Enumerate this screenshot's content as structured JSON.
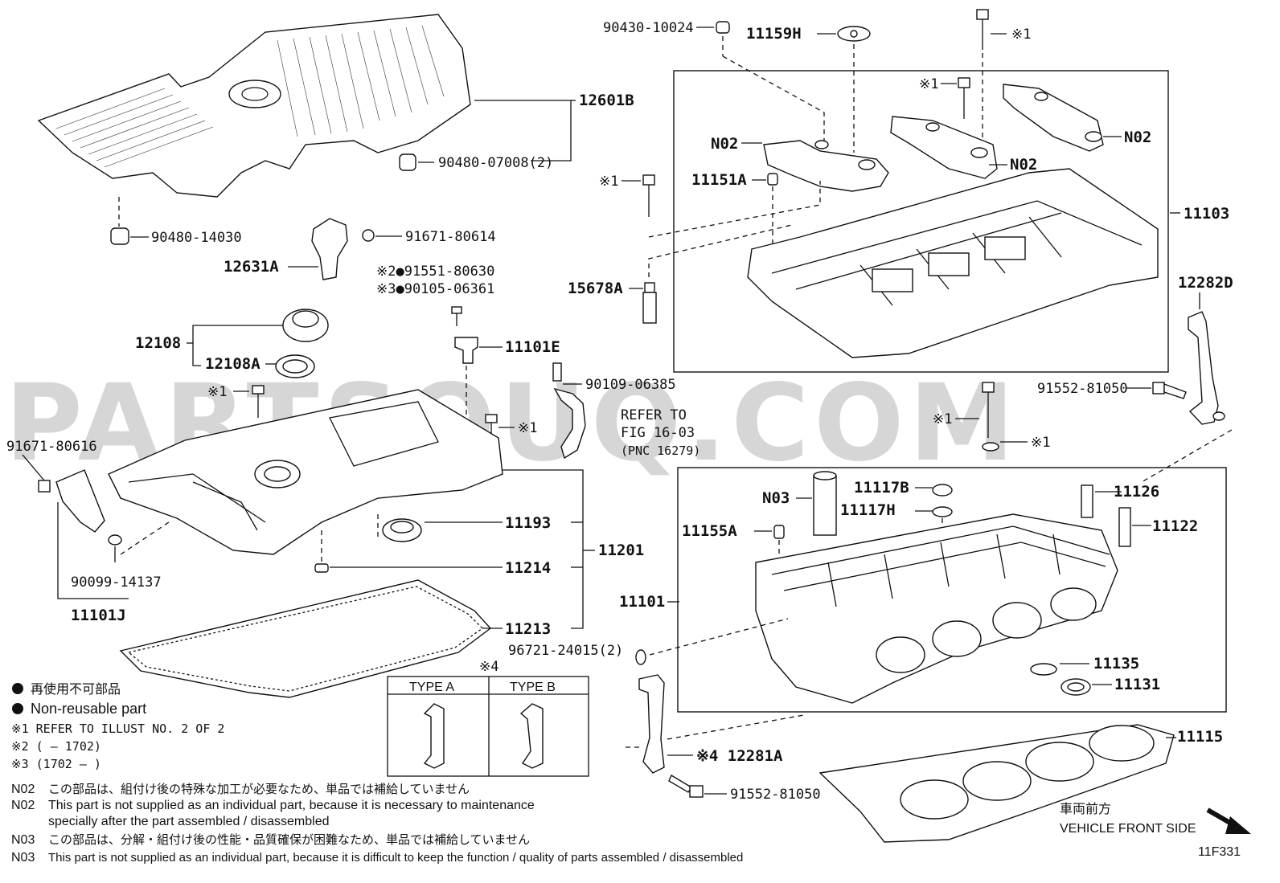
{
  "watermark": "PARTSOUQ.COM",
  "figure_code": "11F331",
  "vehicle_front": {
    "jp": "車両前方",
    "en": "VEHICLE FRONT SIDE"
  },
  "refer": {
    "line1": "REFER TO",
    "line2": "FIG 16-03",
    "line3": "(PNC 16279)"
  },
  "type_box": {
    "mark": "※4",
    "type_a": "TYPE A",
    "type_b": "TYPE B"
  },
  "labels": {
    "p90430_10024": "90430-10024",
    "p11159H": "11159H",
    "p12601B": "12601B",
    "p90480_07008": "90480-07008(2)",
    "p90480_14030": "90480-14030",
    "p91671_80614": "91671-80614",
    "p12631A": "12631A",
    "p91551_80630": "※2●91551-80630",
    "p90105_06361": "※3●90105-06361",
    "p12108": "12108",
    "p12108A": "12108A",
    "p11101E": "11101E",
    "p90109_06385": "90109-06385",
    "p11151A": "11151A",
    "p15678A": "15678A",
    "pN02_left": "N02",
    "pN02_mid": "N02",
    "pN02_right": "N02",
    "p11103": "11103",
    "p12282D": "12282D",
    "p91552_81050_top": "91552-81050",
    "p91671_80616": "91671-80616",
    "p90099_14137": "90099-14137",
    "p11101J": "11101J",
    "p11193": "11193",
    "p11214": "11214",
    "p11201": "11201",
    "p11213": "11213",
    "p96721_24015": "96721-24015(2)",
    "pN03": "N03",
    "p11117B": "11117B",
    "p11117H": "11117H",
    "p11126": "11126",
    "p11122": "11122",
    "p11155A": "11155A",
    "p11101": "11101",
    "p11135": "11135",
    "p11131": "11131",
    "p11115": "11115",
    "p12281A": "※4 12281A",
    "p91552_81050_bot": "91552-81050",
    "x1_a": "※1",
    "x1_b": "※1",
    "x1_c": "※1",
    "x1_d": "※1",
    "x1_e": "※1",
    "x1_f": "※1",
    "x1_g": "※1"
  },
  "legend": {
    "jp": "再使用不可部品",
    "en": "Non-reusable part",
    "x1": "※1    REFER TO ILLUST NO. 2 OF 2",
    "x2": "※2    (         – 1702)",
    "x3": "※3    (1702 –         )"
  },
  "notes": [
    {
      "code": "N02",
      "text": "この部品は、組付け後の特殊な加工が必要なため、単品では補給していません"
    },
    {
      "code": "N02",
      "text": "This part is not supplied as an individual part, because it is necessary to maintenance"
    },
    {
      "code": "",
      "text": "specially after the part assembled / disassembled"
    },
    {
      "code": "N03",
      "text": "この部品は、分解・組付け後の性能・品質確保が困難なため、単品では補給していません"
    },
    {
      "code": "N03",
      "text": "This part is not supplied as an individual part, because it is difficult to keep the function / quality of parts  assembled / disassembled"
    }
  ]
}
